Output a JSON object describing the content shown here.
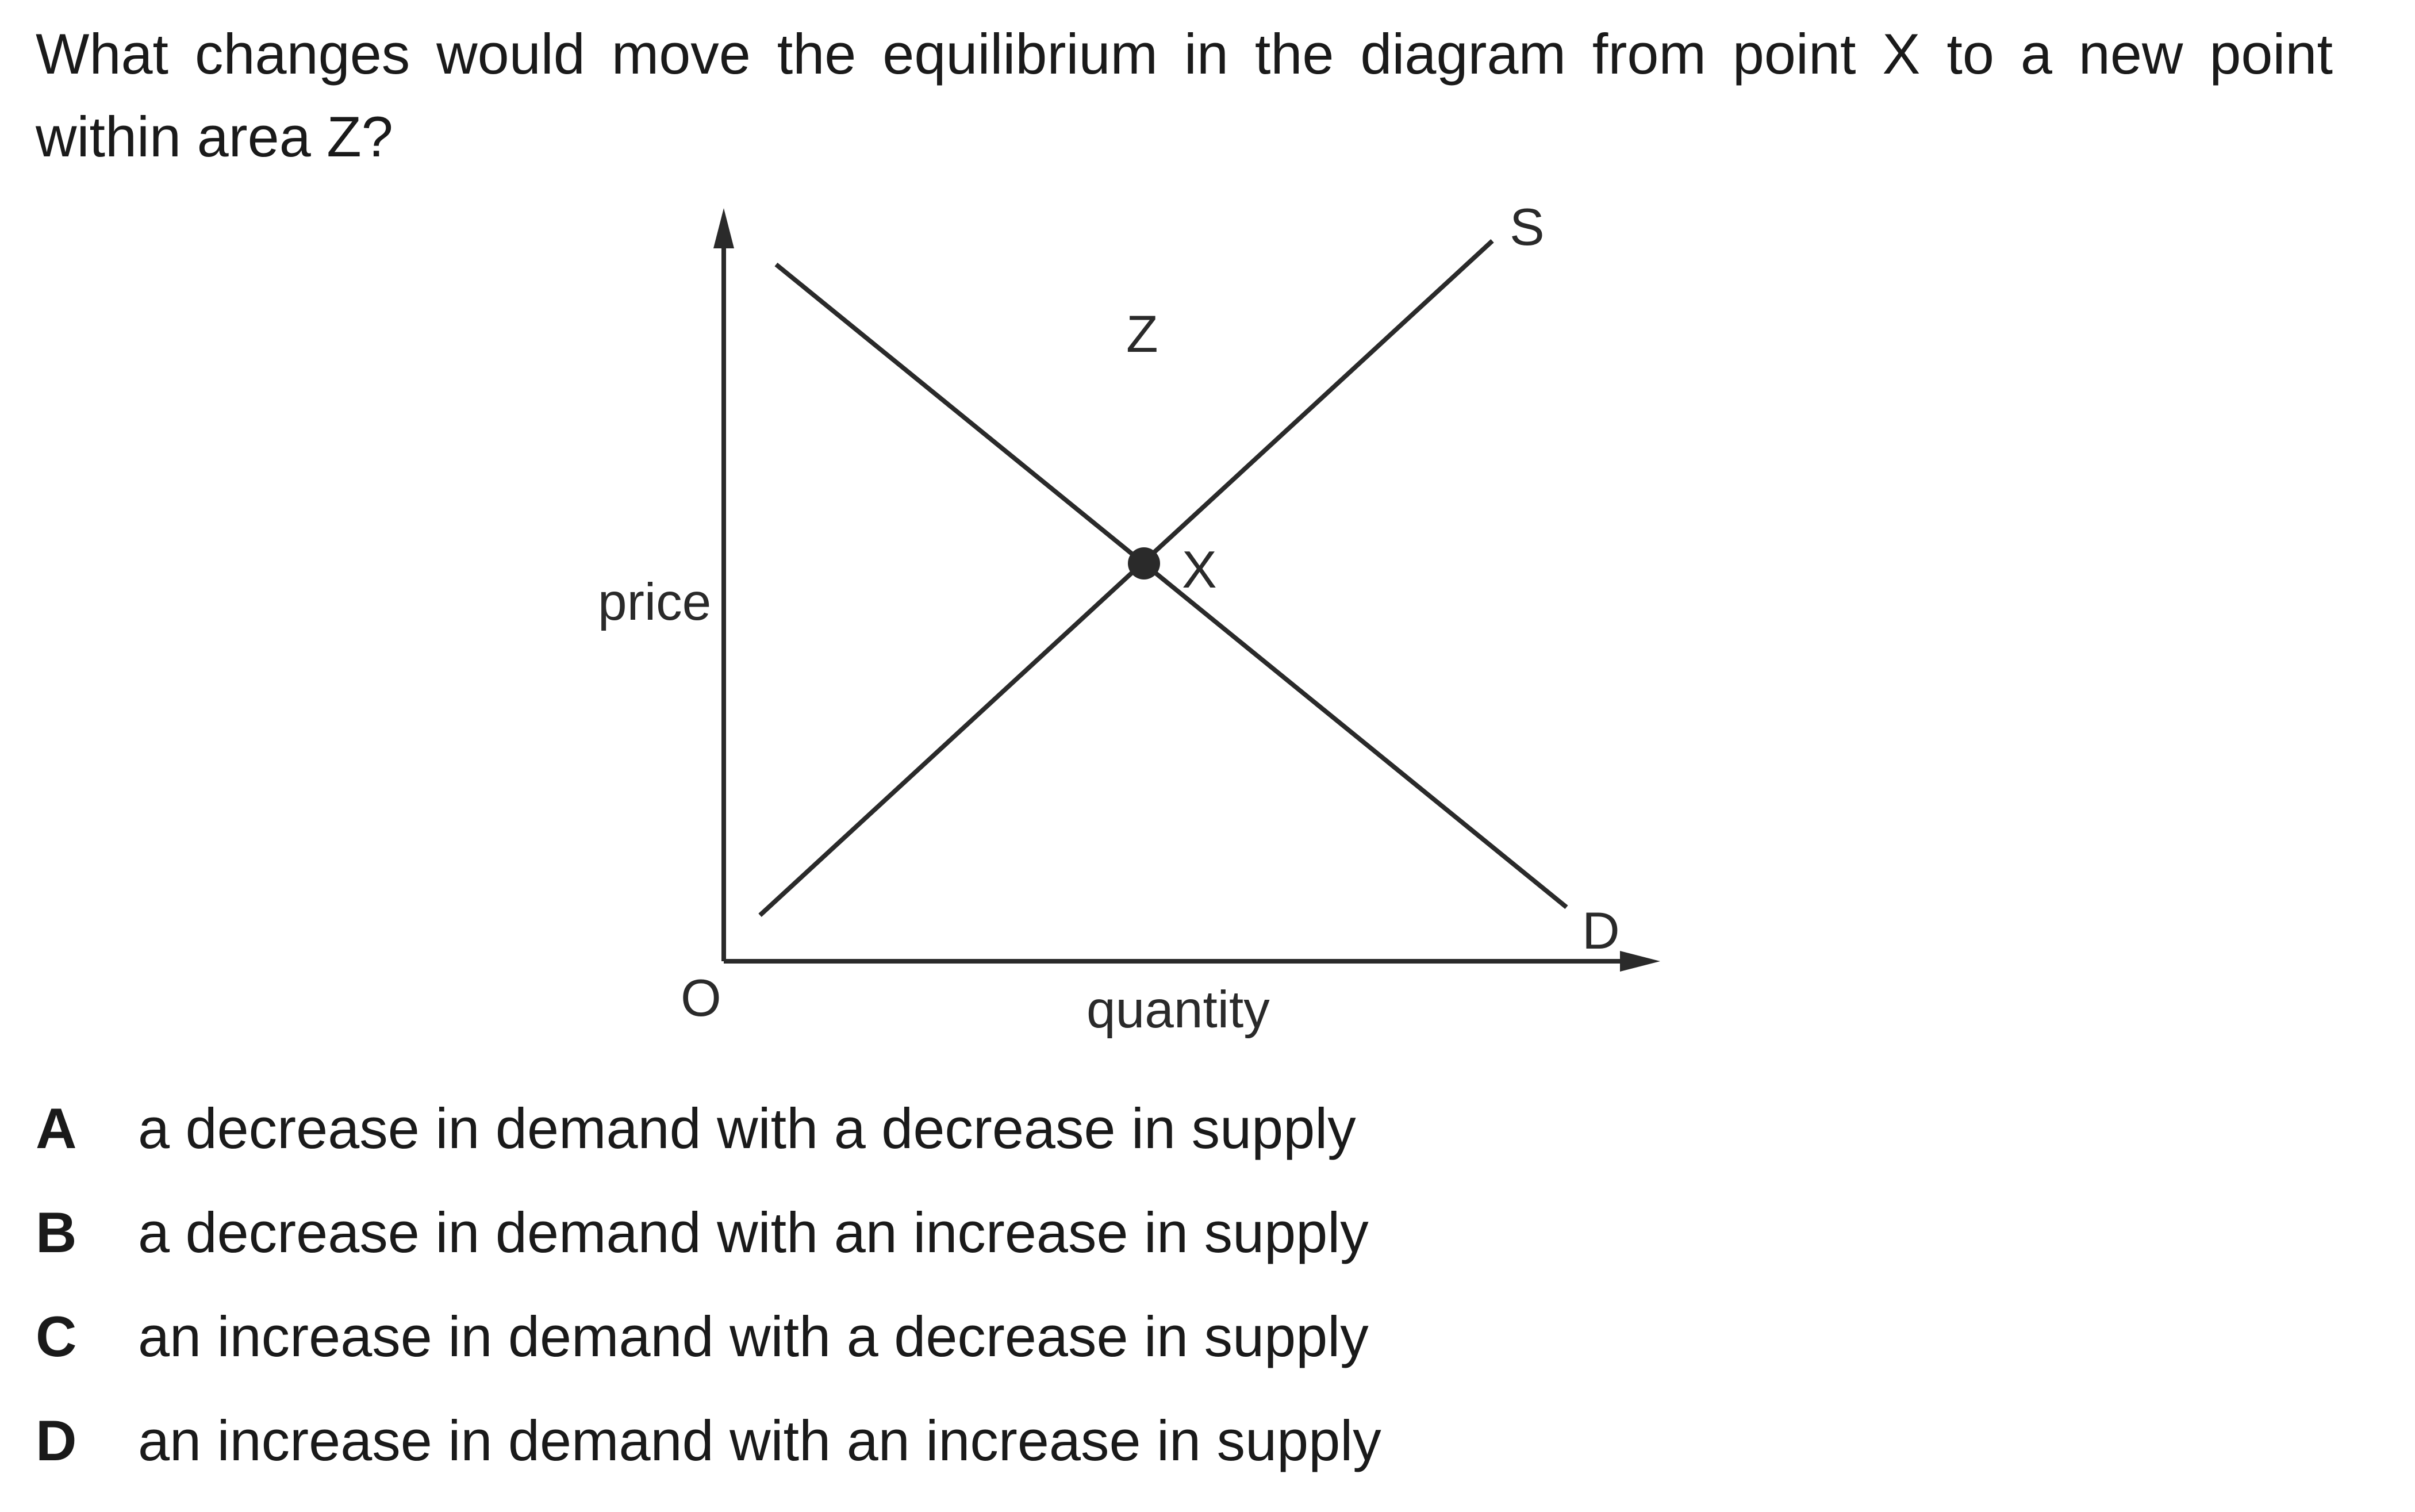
{
  "question": {
    "text": "What changes would move the equilibrium in the diagram from point X to a new point within area Z?"
  },
  "diagram": {
    "y_axis_label": "price",
    "x_axis_label": "quantity",
    "origin_label": "O",
    "supply_label": "S",
    "demand_label": "D",
    "equilibrium_label": "X",
    "area_label": "Z"
  },
  "options": [
    {
      "letter": "A",
      "text": "a decrease in demand with a decrease in supply"
    },
    {
      "letter": "B",
      "text": "a decrease in demand with an increase in supply"
    },
    {
      "letter": "C",
      "text": "an increase in demand with a decrease in supply"
    },
    {
      "letter": "D",
      "text": "an increase in demand with an increase in supply"
    }
  ]
}
